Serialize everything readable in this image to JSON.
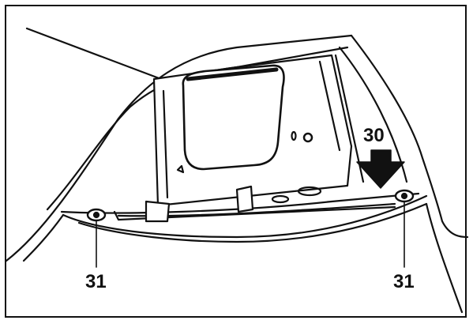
{
  "diagram": {
    "callouts": {
      "arrow_label": "30",
      "left_fastener": "31",
      "right_fastener": "31"
    },
    "colors": {
      "line": "#111111",
      "fill": "#ffffff",
      "shade": "#d8d8d8"
    }
  }
}
